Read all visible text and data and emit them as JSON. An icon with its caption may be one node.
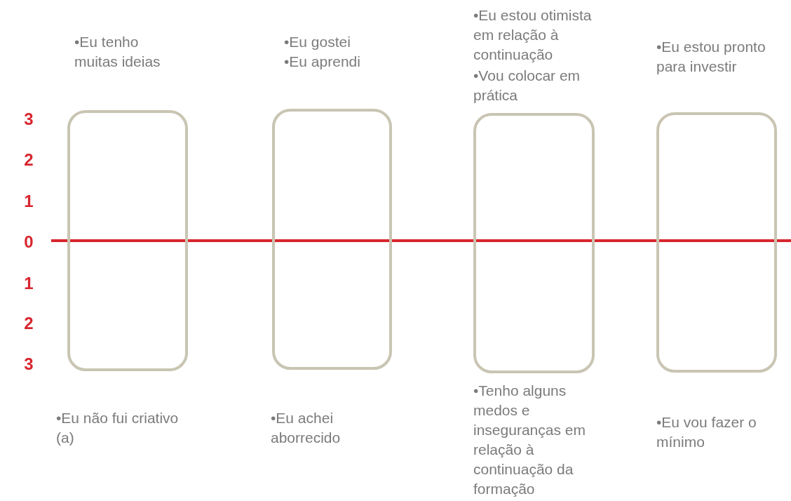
{
  "diagram": {
    "nodes": [
      {
        "text": [],
        "shape": "box",
        "beside": [
          "•Eu tenho muitas ideias",
          "•Eu não fui criativo (a)"
        ]
      },
      {
        "text": [],
        "shape": "box",
        "beside": [
          "•Eu gostei",
          "•Eu aprendi",
          "•Eu achei aborrecido"
        ]
      },
      {
        "text": [],
        "shape": "box",
        "beside": [
          "•Eu estou otimista em relação à continuação",
          "•Vou colocar em prática",
          "•Tenho alguns medos e inseguranças em relação à continuação da formação"
        ]
      },
      {
        "text": [],
        "shape": "box",
        "beside": [
          "•Eu estou pronto para investir",
          "•Eu vou fazer o mínimo"
        ]
      }
    ],
    "edges": [],
    "labels": [
      "3",
      "2",
      "1",
      "0",
      "1",
      "2",
      "3"
    ]
  }
}
